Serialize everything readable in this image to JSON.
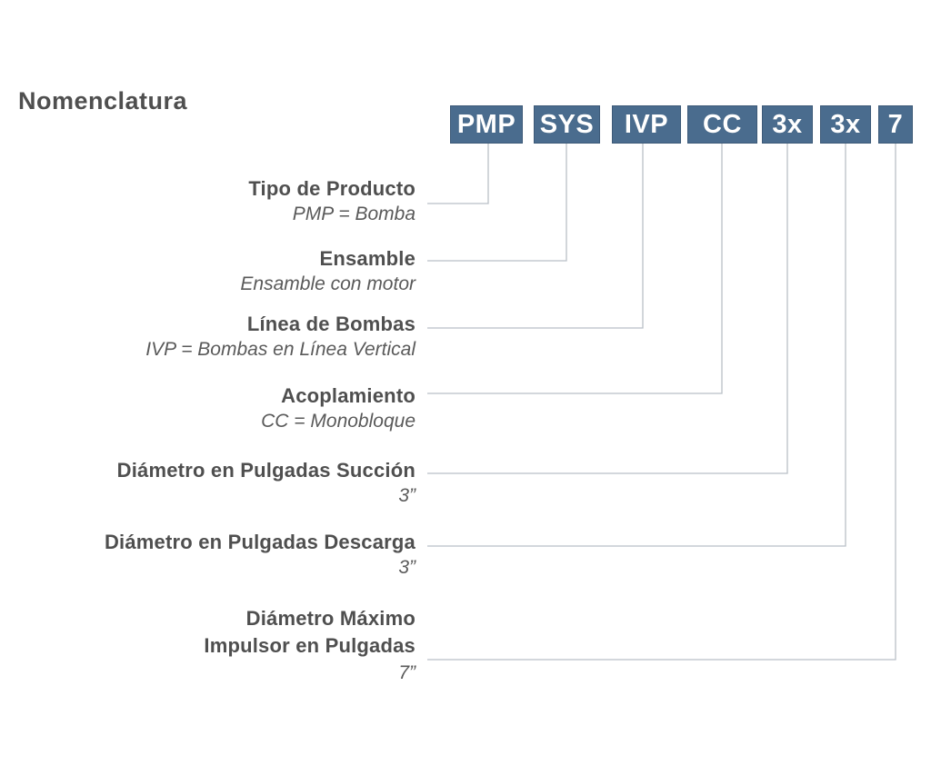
{
  "title": "Nomenclatura",
  "code_segments": [
    {
      "text": "PMP"
    },
    {
      "text": "SYS"
    },
    {
      "text": "IVP"
    },
    {
      "text": "CC"
    },
    {
      "text": "3x"
    },
    {
      "text": "3x"
    },
    {
      "text": "7"
    }
  ],
  "rows": [
    {
      "label": "Tipo de Producto",
      "detail": "PMP = Bomba"
    },
    {
      "label": "Ensamble",
      "detail": "Ensamble con motor"
    },
    {
      "label": "Línea de Bombas",
      "detail": "IVP = Bombas en Línea Vertical"
    },
    {
      "label": "Acoplamiento",
      "detail": "CC = Monobloque"
    },
    {
      "label": "Diámetro en Pulgadas Succión",
      "detail": "3”"
    },
    {
      "label": "Diámetro en Pulgadas Descarga",
      "detail": "3”"
    },
    {
      "label": "Diámetro Máximo",
      "label2": "Impulsor en Pulgadas",
      "detail": "7”"
    }
  ],
  "colors": {
    "box_bg": "#4a6c8e",
    "box_border": "#3d5a78",
    "box_text": "#ffffff",
    "connector": "#b9bfc6",
    "label_text": "#4f4f4f",
    "detail_text": "#5a5a5a",
    "page_bg": "#ffffff"
  }
}
